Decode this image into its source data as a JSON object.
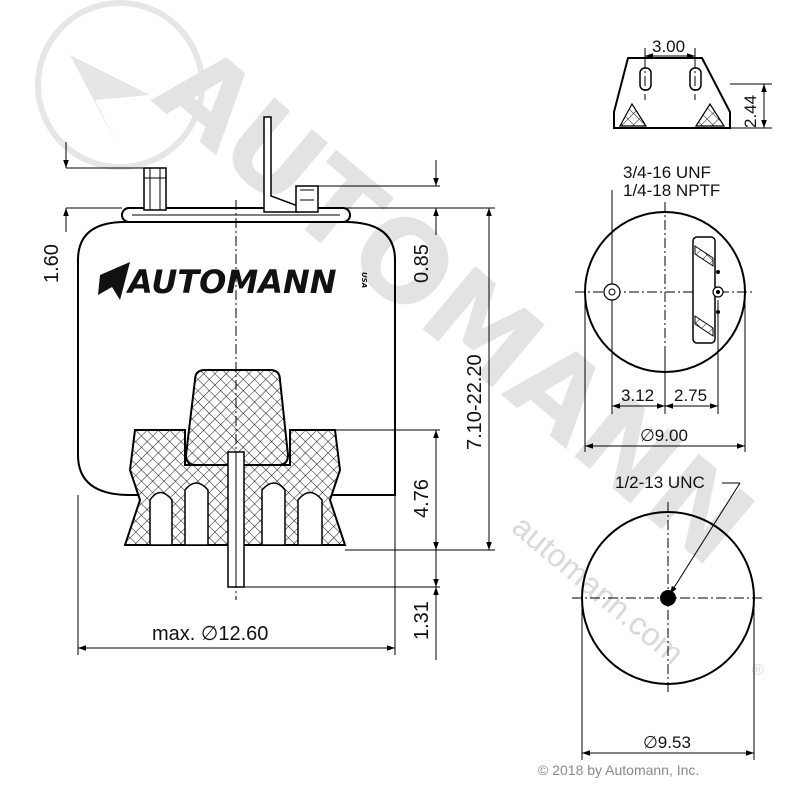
{
  "watermark": {
    "brand": "AUTOMANN",
    "url": "automann.com",
    "mark": "®"
  },
  "logo": {
    "text": "AUTOMANN",
    "suffix": "USA"
  },
  "copyright": "© 2018 by Automann, Inc.",
  "side_view": {
    "dim_max_diameter": "max. ∅12.60",
    "dim_stud_height": "1.60",
    "dim_fitting_height": "0.85",
    "dim_height_range": "7.10-22.20",
    "dim_piston_height": "4.76",
    "dim_bolt_length": "1.31"
  },
  "bracket_view": {
    "dim_width": "3.00",
    "dim_height": "2.44"
  },
  "top_plate_view": {
    "thread_1": "3/4-16 UNF",
    "thread_2": "1/4-18 NPTF",
    "dim_offset_left": "3.12",
    "dim_offset_right": "2.75",
    "dim_diameter": "∅9.00"
  },
  "bottom_view": {
    "thread": "1/2-13 UNC",
    "dim_diameter": "∅9.53"
  }
}
